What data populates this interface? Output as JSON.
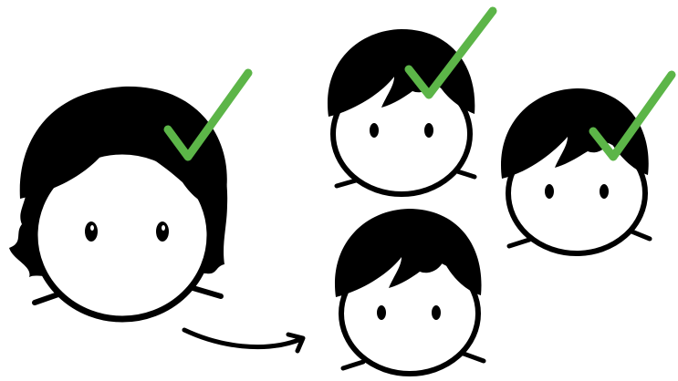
{
  "scene": {
    "faces": [
      {
        "id": "face-large",
        "hair": "long",
        "checked": true
      },
      {
        "id": "face-top",
        "hair": "short",
        "checked": true
      },
      {
        "id": "face-right",
        "hair": "short",
        "checked": true
      },
      {
        "id": "face-bottom",
        "hair": "short",
        "checked": false
      }
    ],
    "arrow": "curved-arrow-icon"
  },
  "colors": {
    "ink": "#000000",
    "check": "#5cb548",
    "background": "#ffffff"
  }
}
